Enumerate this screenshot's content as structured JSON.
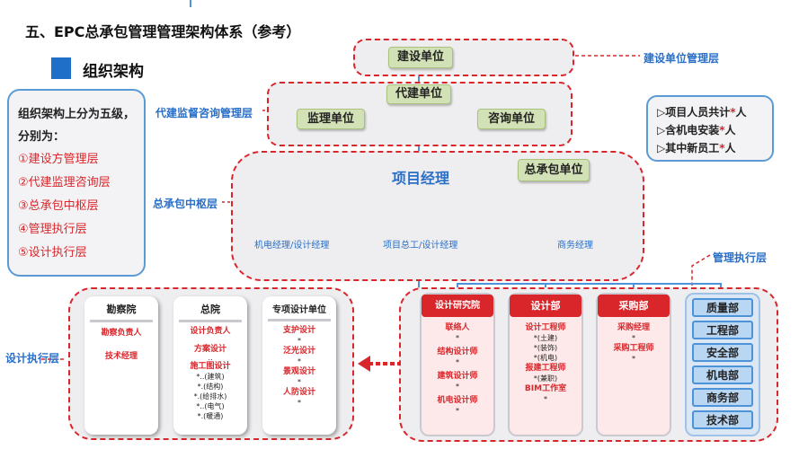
{
  "title": "五、EPC总承包管理管理架构体系（参考）",
  "section_heading": "组织架构",
  "summary": {
    "intro": "组织架构上分为五级，分别为：",
    "levels": [
      "①建设方管理层",
      "②代建监理咨询层",
      "③总承包中枢层",
      "④管理执行层",
      "⑤设计执行层"
    ]
  },
  "stats": {
    "line1": "▷项目人员共计",
    "line2": "▷含机电安装",
    "line3": "▷其中新员工",
    "star": "*",
    "unit": "人"
  },
  "layers": {
    "owner": "建设单位管理层",
    "supervision": "代建监督咨询管理层",
    "hub": "总承包中枢层",
    "mgmt": "管理执行层",
    "design": "设计执行层"
  },
  "boxes": {
    "owner": "建设单位",
    "agent": "代建单位",
    "supervisor": "监理单位",
    "consult": "咨询单位",
    "pm": "项目经理",
    "contractor": "总承包单位"
  },
  "hub_roles": [
    "机电经理/设计经理",
    "项目总工/设计经理",
    "商务经理"
  ],
  "design_units": [
    {
      "title": "勘察院",
      "items": [
        "勘察负责人",
        "技术经理"
      ]
    },
    {
      "title": "总院",
      "items": [
        "设计负责人",
        "方案设计",
        "..",
        "施工图设计",
        "*..(建筑)",
        "*.(结构)",
        "*.(给排水)",
        "*..(电气)",
        "*.(暖通)"
      ]
    },
    {
      "title": "专项设计单位",
      "items": [
        "支护设计",
        "*",
        "泛光设计",
        "*",
        "景观设计",
        "*",
        "人防设计",
        "*"
      ]
    }
  ],
  "mgmt_units": [
    {
      "title": "设计研究院",
      "items": [
        "联络人",
        "*",
        "结构设计师",
        "*",
        "建筑设计师",
        "*",
        "机电设计师",
        "*"
      ]
    },
    {
      "title": "设计部",
      "items": [
        "设计工程师",
        "*(土建)",
        "*(装饰)",
        "*(机电)",
        "报建工程师",
        "*(兼职)",
        "BIM工作室",
        "*"
      ]
    },
    {
      "title": "采购部",
      "items": [
        "采购经理",
        "*",
        "采购工程师",
        "*"
      ]
    }
  ],
  "departments": [
    "质量部",
    "工程部",
    "安全部",
    "机电部",
    "商务部",
    "技术部"
  ],
  "colors": {
    "accent_blue": "#2a6fc7",
    "accent_red": "#d9262b",
    "box_green": "#d3e2b6"
  }
}
